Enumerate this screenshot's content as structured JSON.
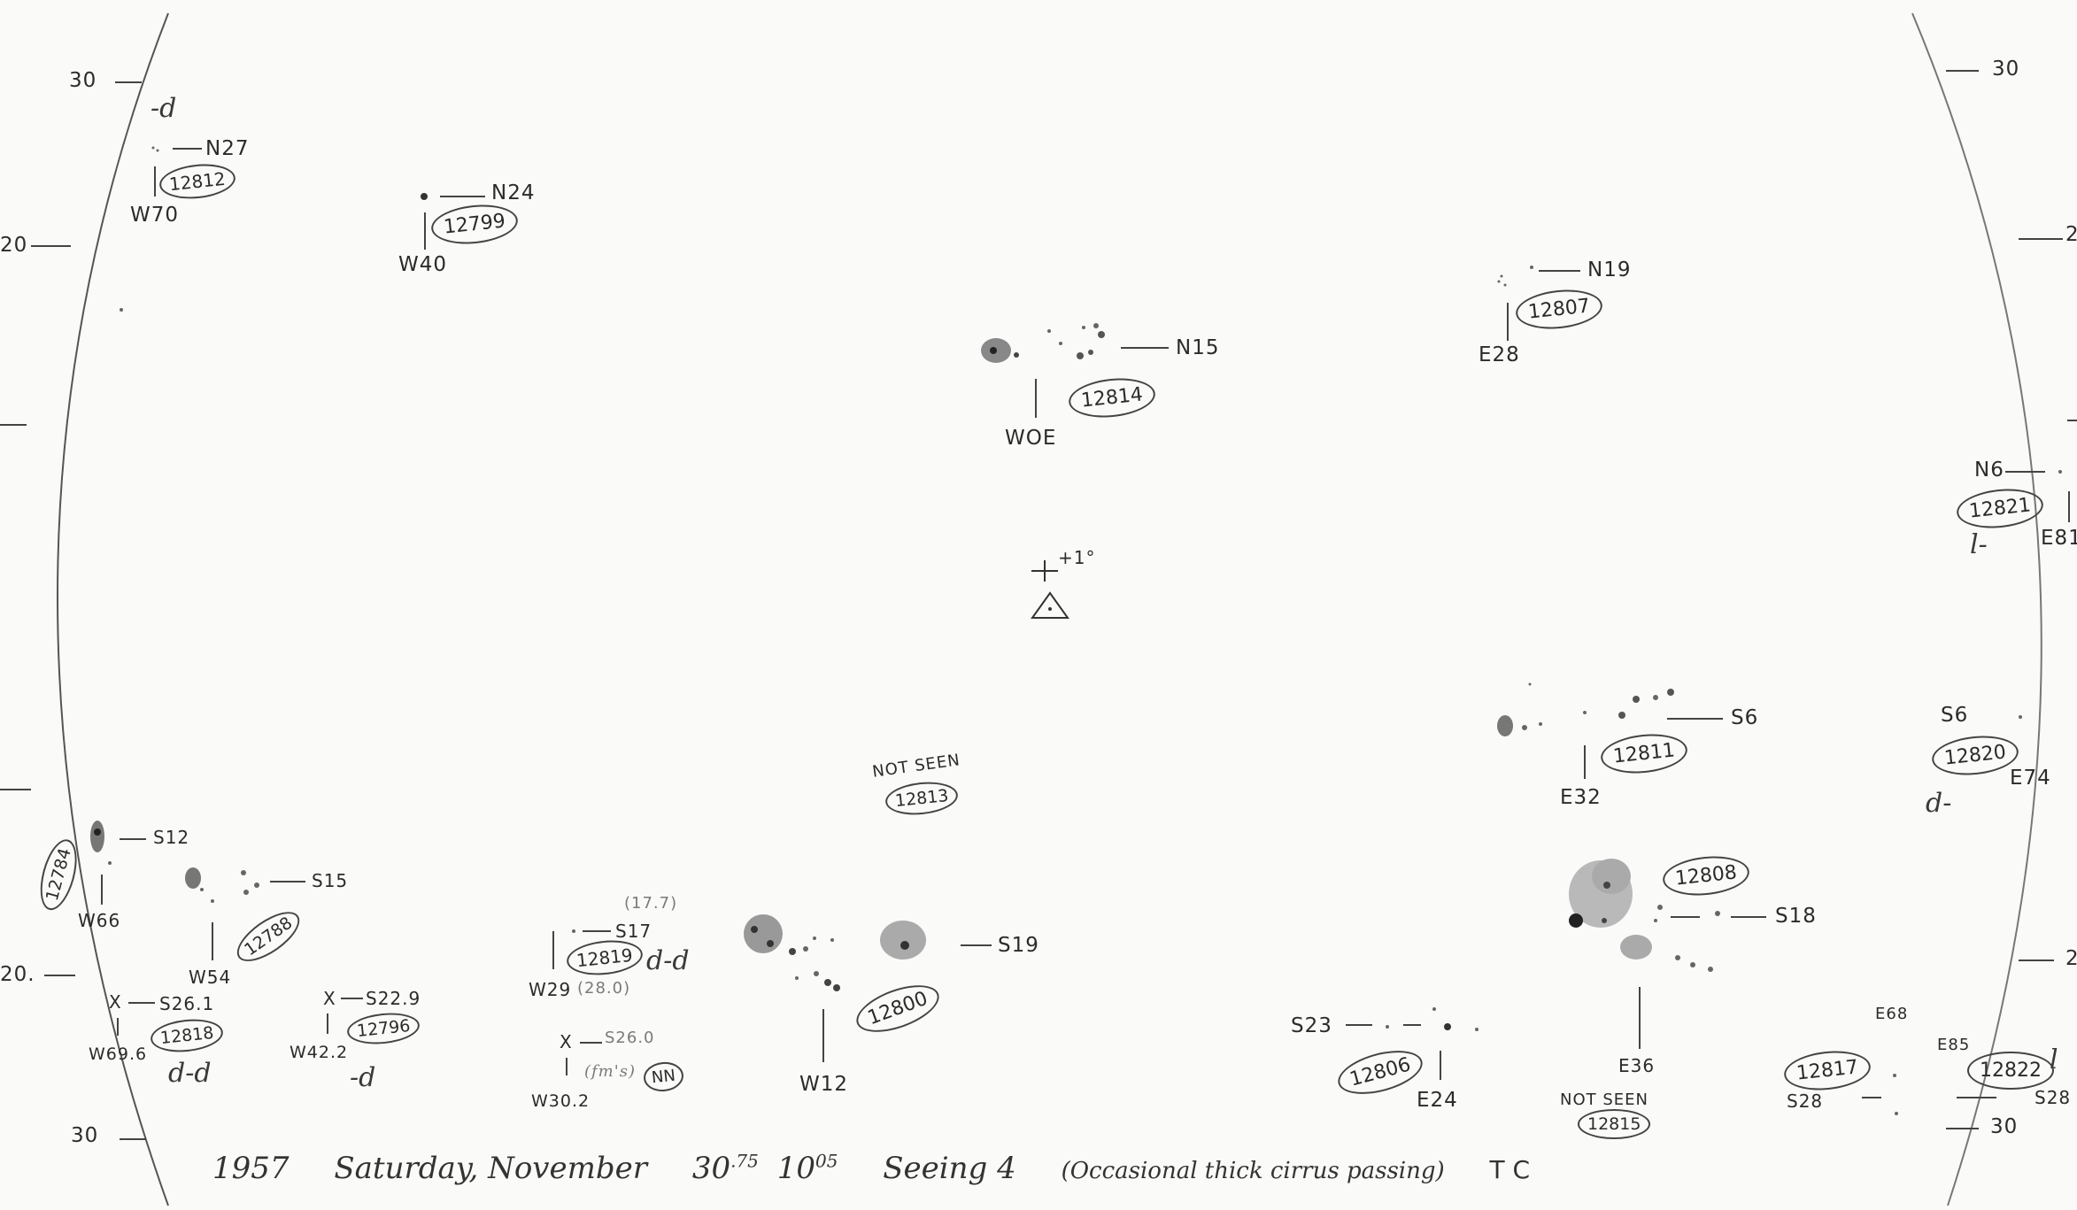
{
  "scale_left": [
    "30",
    "20",
    "20.",
    "30"
  ],
  "scale_right": [
    "30",
    "2",
    "2",
    "30"
  ],
  "center_mark": {
    "label": "+1°"
  },
  "groups": [
    {
      "id": "12812",
      "lat": "N27",
      "lon": "W70",
      "extra": "-d"
    },
    {
      "id": "12799",
      "lat": "N24",
      "lon": "W40"
    },
    {
      "id": "12814",
      "lat": "N15",
      "lon": "WOE"
    },
    {
      "id": "12807",
      "lat": "N19",
      "lon": "E28"
    },
    {
      "id": "12821",
      "lat": "N6",
      "lon": "E81",
      "extra": "l-"
    },
    {
      "id": "12811",
      "lat": "S6",
      "lon": "E32"
    },
    {
      "id": "12820",
      "lat": "S6",
      "lon": "E74",
      "extra": "d-"
    },
    {
      "id": "12813",
      "status": "NOT SEEN"
    },
    {
      "id": "12784",
      "lat": "S12",
      "lon": "W66"
    },
    {
      "id": "12788",
      "lat": "S15",
      "lon": "W54"
    },
    {
      "id": "12819",
      "lat": "S17",
      "lon": "W29",
      "extra": "d-d",
      "note1": "(17.7)",
      "note2": "(28.0)"
    },
    {
      "id": "12800",
      "lat": "S19",
      "lon": "W12"
    },
    {
      "id": "12808",
      "lat": "S18",
      "lon": "E36"
    },
    {
      "id": "12818",
      "lat": "S26.1",
      "lon": "W69.6",
      "extra": "d-d",
      "marker": "X"
    },
    {
      "id": "12796",
      "lat": "S22.9",
      "lon": "W42.2",
      "extra": "-d",
      "marker": "X"
    },
    {
      "id": "NN",
      "lat": "S26.0",
      "lon": "W30.2",
      "note": "(fm's)",
      "marker": "X"
    },
    {
      "id": "12806",
      "lat": "S23",
      "lon": "E24"
    },
    {
      "id": "12815",
      "status": "NOT SEEN"
    },
    {
      "id": "12817",
      "lat": "S28",
      "lon": "E68"
    },
    {
      "id": "12822",
      "lat": "S28",
      "lon": "E85",
      "extra": "l"
    }
  ],
  "caption": {
    "year": "1957",
    "date": "Saturday, November",
    "day": "30",
    "day_frac": ".75",
    "time": "10",
    "time_min": "05",
    "seeing": "Seeing 4",
    "remark": "(Occasional thick cirrus passing)",
    "observer": "T C"
  }
}
